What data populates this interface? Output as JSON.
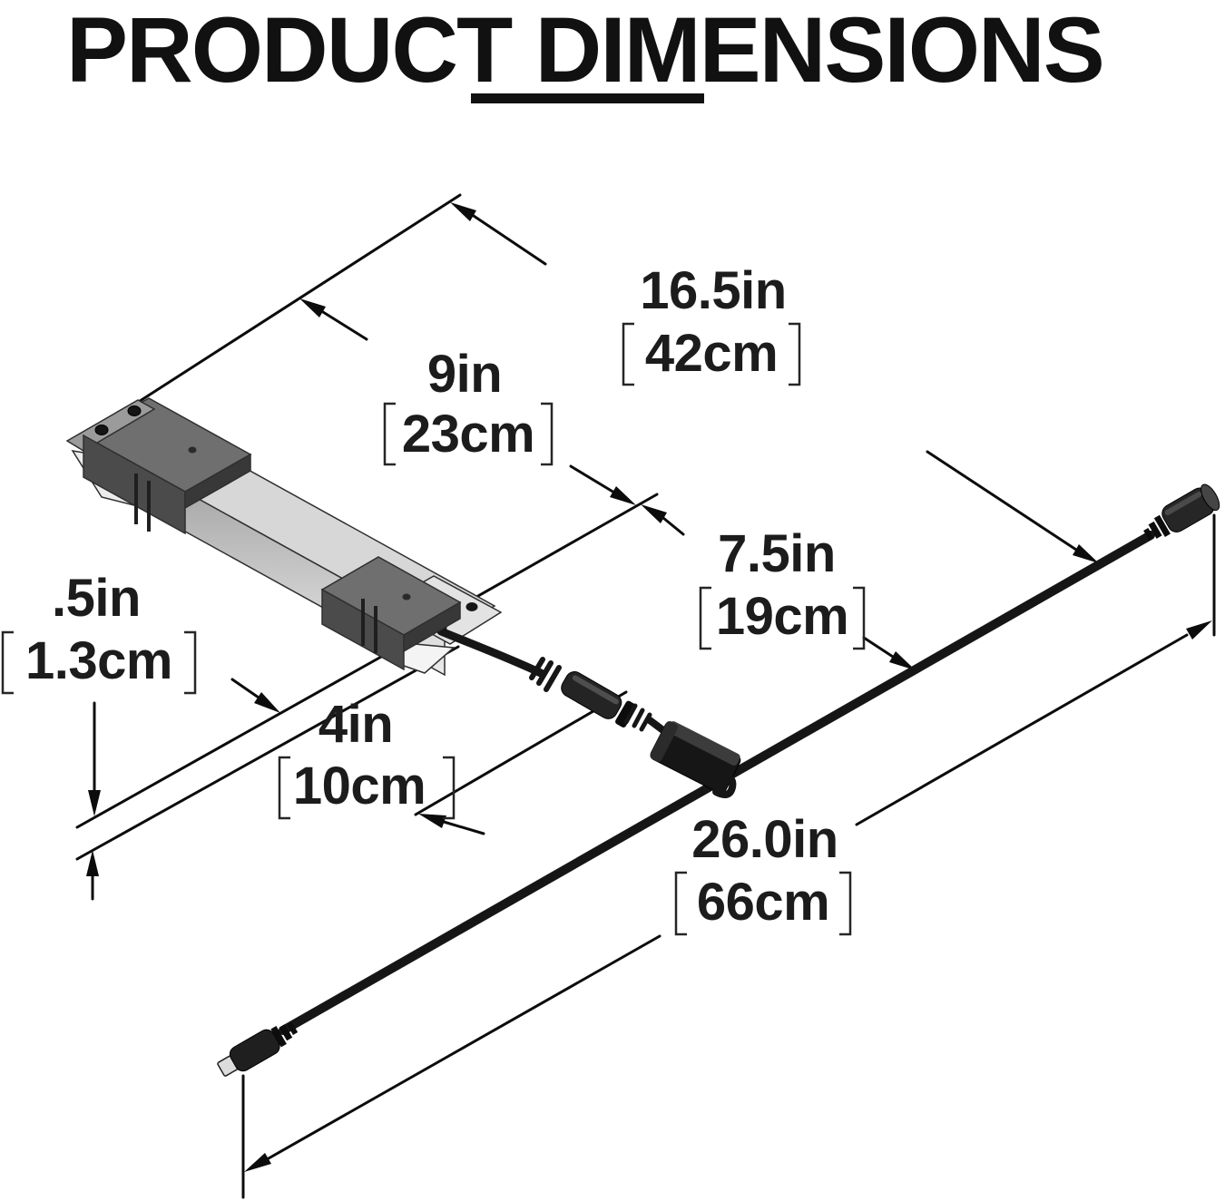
{
  "title": "PRODUCT DIMENSIONS",
  "dimensions": {
    "overall": {
      "inches": "16.5in",
      "cm": "42cm"
    },
    "bar": {
      "inches": "9in",
      "cm": "23cm"
    },
    "lead_cord": {
      "inches": "7.5in",
      "cm": "19cm"
    },
    "thickness": {
      "inches": ".5in",
      "cm": "1.3cm"
    },
    "tail_cord": {
      "inches": "4in",
      "cm": "10cm"
    },
    "main_cord": {
      "inches": "26.0in",
      "cm": "66cm"
    }
  },
  "colors": {
    "ink": "#0c0c0c",
    "bar_top": "#d7d7d7",
    "bracket_dark": "#4b4b4b",
    "plate_light": "#e3e3e3",
    "cable_black": "#161616"
  }
}
